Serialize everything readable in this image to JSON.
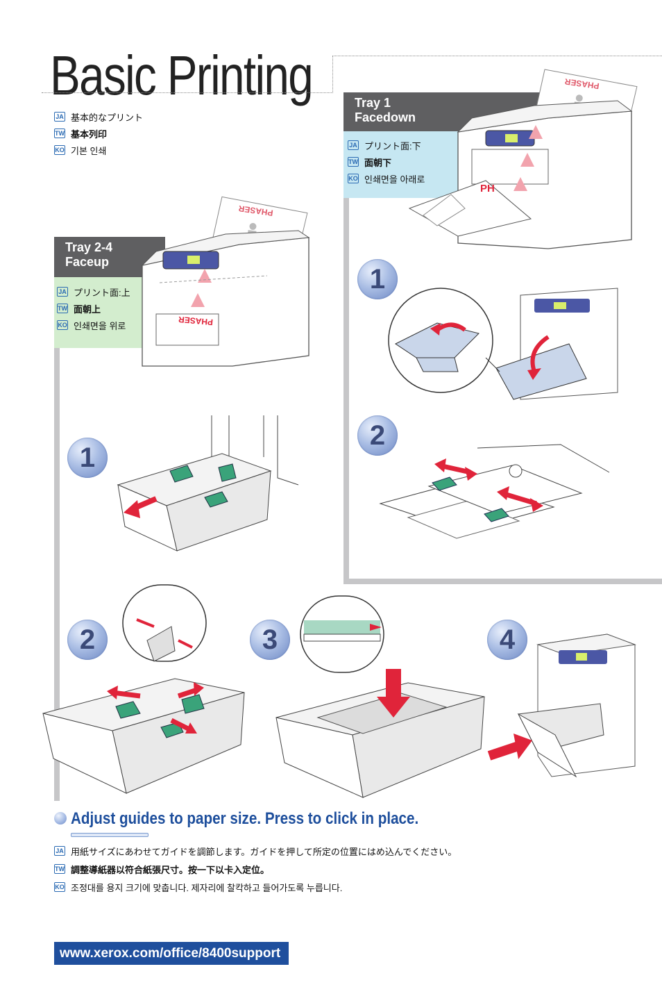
{
  "title": "Basic Printing",
  "title_translations": [
    {
      "lang": "JA",
      "text": "基本的なプリント"
    },
    {
      "lang": "TW",
      "text": "基本列印"
    },
    {
      "lang": "KO",
      "text": "기본 인쇄"
    }
  ],
  "tray1": {
    "heading_line1": "Tray 1",
    "heading_line2": "Facedown",
    "translations": [
      {
        "lang": "JA",
        "text": "プリント面:下"
      },
      {
        "lang": "TW",
        "text": "面朝下"
      },
      {
        "lang": "KO",
        "text": "인쇄면을 아래로"
      }
    ],
    "steps": [
      "1",
      "2"
    ]
  },
  "tray24": {
    "heading_line1": "Tray 2-4",
    "heading_line2": "Faceup",
    "translations": [
      {
        "lang": "JA",
        "text": "プリント面:上"
      },
      {
        "lang": "TW",
        "text": "面朝上"
      },
      {
        "lang": "KO",
        "text": "인쇄면을 위로"
      }
    ],
    "steps": [
      "1",
      "2",
      "3",
      "4"
    ]
  },
  "printer_label": "PHASER",
  "adjust_text": "Adjust guides to paper size. Press to click in place.",
  "adjust_translations": [
    {
      "lang": "JA",
      "text": "用紙サイズにあわせてガイドを調節します。ガイドを押して所定の位置にはめ込んでください。"
    },
    {
      "lang": "TW",
      "text": "調整導紙器以符合紙張尺寸。按一下以卡入定位。"
    },
    {
      "lang": "KO",
      "text": "조정대를 용지 크기에 맞춥니다. 제자리에 찰칵하고 들어가도록 누릅니다."
    }
  ],
  "url": "www.xerox.com/office/8400support",
  "colors": {
    "header_gray": "#5f5f61",
    "tray1_bg": "#c6e7f2",
    "tray24_bg": "#d3edce",
    "accent_blue": "#1d4e9c",
    "arrow_red": "#e0243a",
    "guide_green": "#3aa37a"
  }
}
